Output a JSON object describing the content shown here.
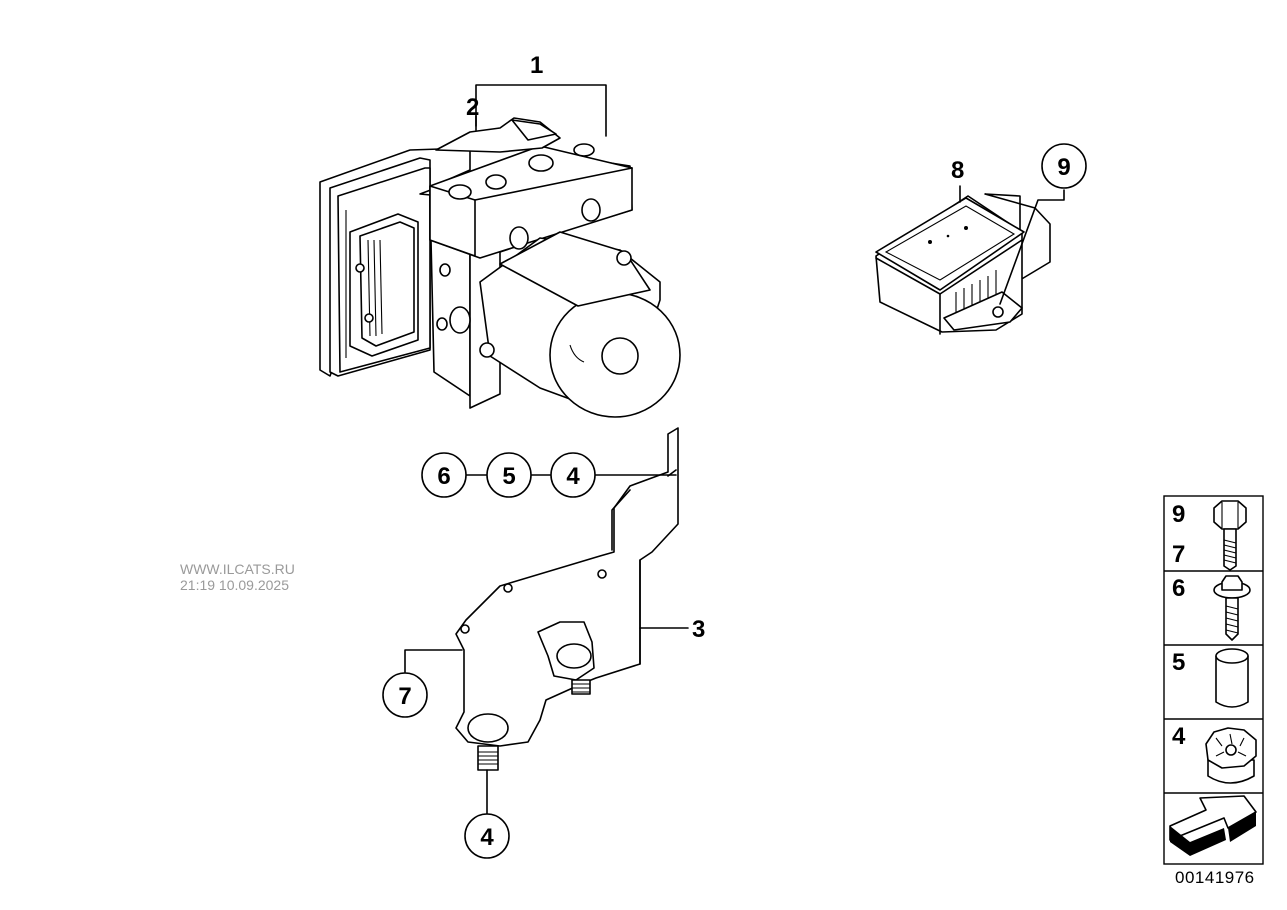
{
  "watermark": {
    "site": "WWW.ILCATS.RU",
    "timestamp": "21:19 10.09.2025"
  },
  "diagram_number": "00141976",
  "callouts": {
    "c1": "1",
    "c2": "2",
    "c3": "3",
    "c8": "8",
    "c9": "9",
    "c6": "6",
    "c5": "5",
    "c4a": "4",
    "c7": "7",
    "c4b": "4"
  },
  "legend": [
    {
      "labels": [
        "9",
        "7"
      ],
      "icon": "hex-bolt-icon"
    },
    {
      "labels": [
        "6"
      ],
      "icon": "collar-screw-icon"
    },
    {
      "labels": [
        "5"
      ],
      "icon": "sleeve-icon"
    },
    {
      "labels": [
        "4"
      ],
      "icon": "rubber-mount-icon"
    },
    {
      "labels": [],
      "icon": "arrow-icon"
    }
  ]
}
